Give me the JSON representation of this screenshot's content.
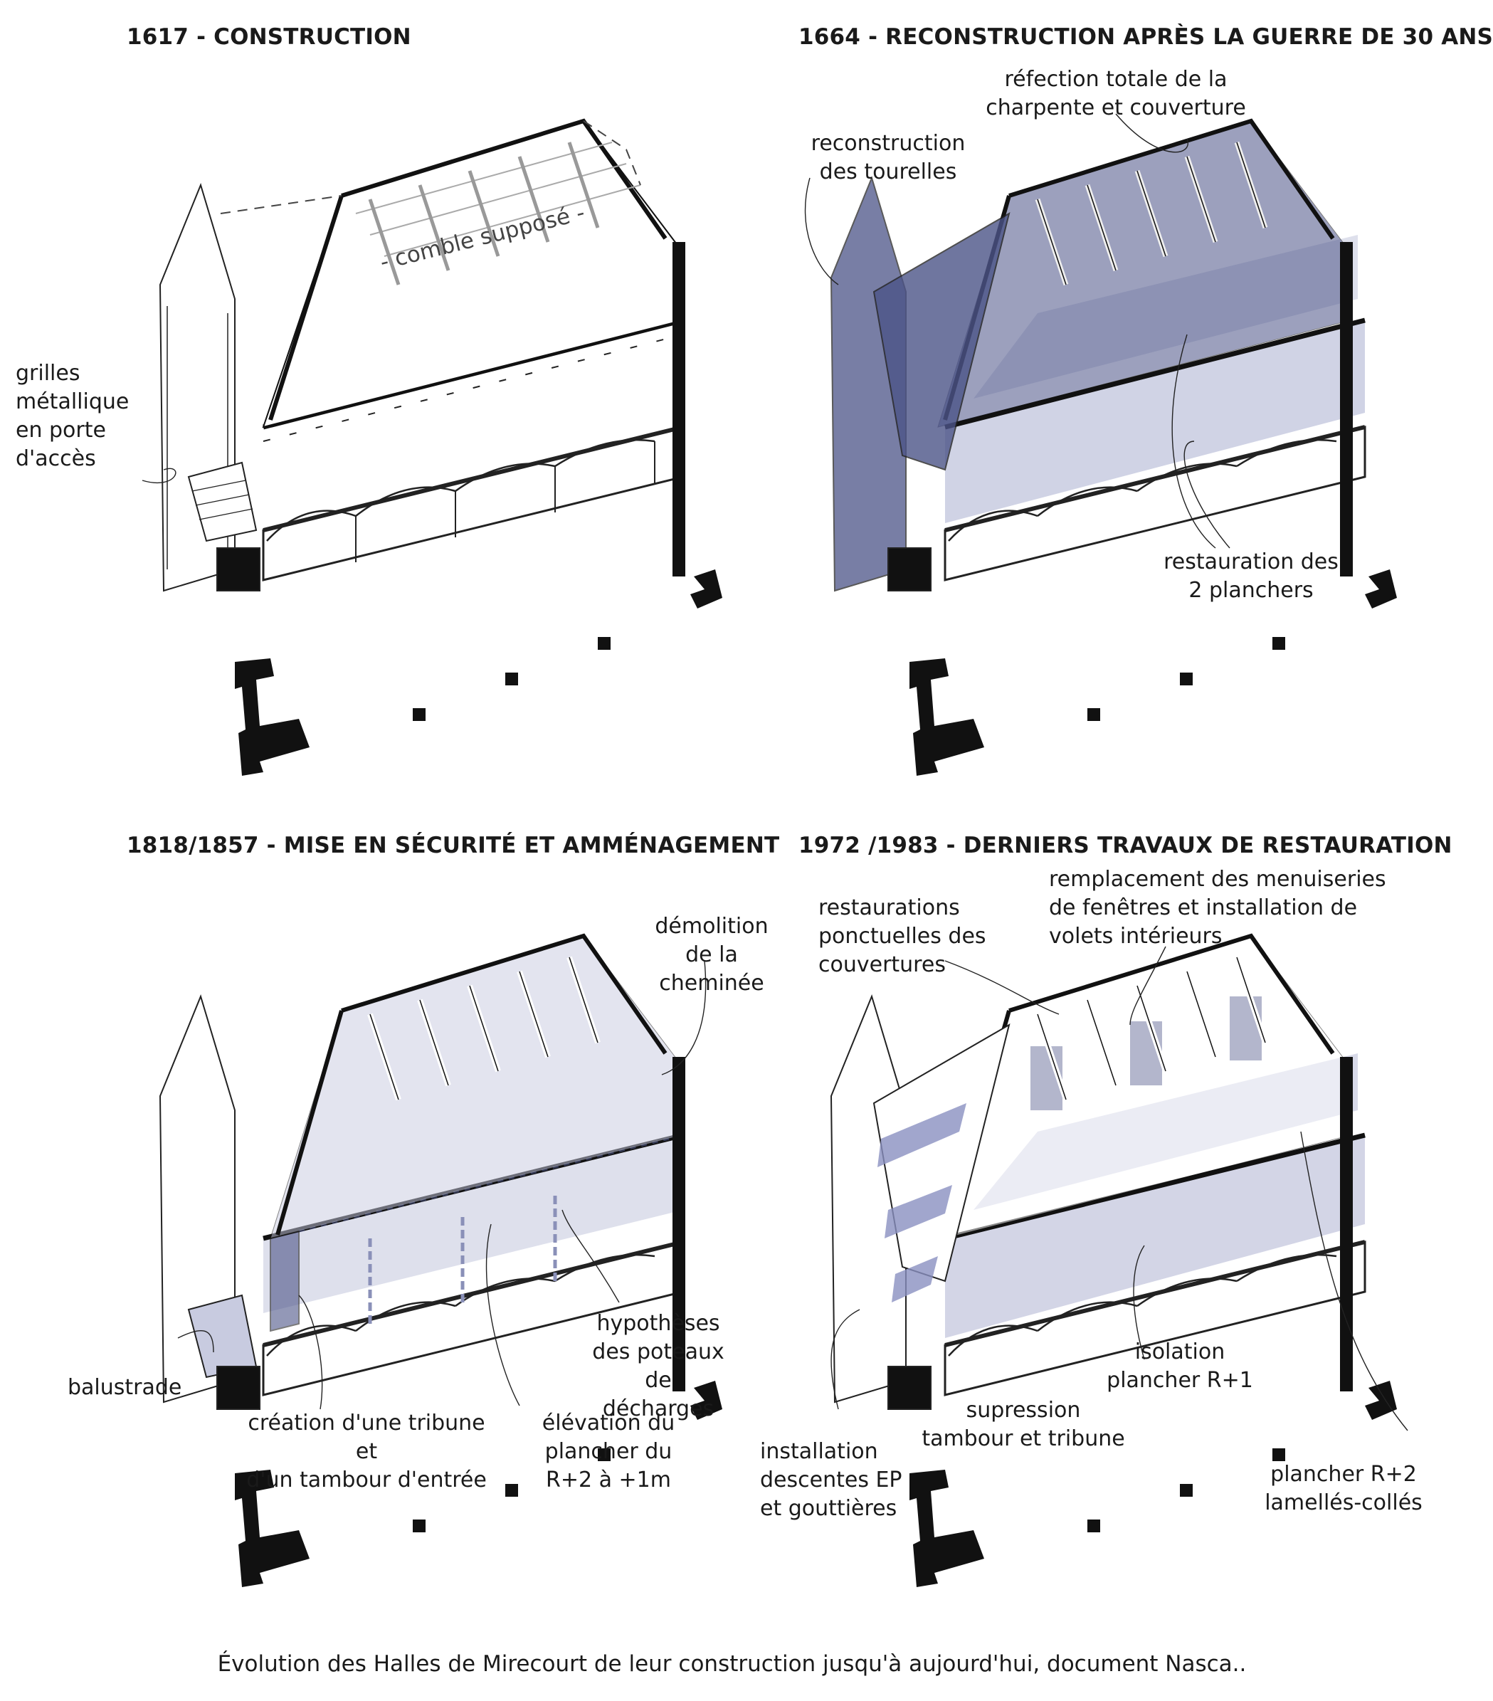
{
  "panels": [
    {
      "title": "1617 - CONSTRUCTION",
      "labels": {
        "comble": "- comble supposé -",
        "grilles": "grilles\nmétallique\nen porte\nd'accès"
      }
    },
    {
      "title": "1664 - RECONSTRUCTION APRÈS LA GUERRE DE 30 ANS",
      "labels": {
        "refection": "réfection totale de la\ncharpente et couverture",
        "tourelles": "reconstruction\ndes tourelles",
        "planchers": "restauration des\n2 planchers"
      }
    },
    {
      "title": "1818/1857 - MISE EN SÉCURITÉ ET AMMÉNAGEMENT",
      "labels": {
        "cheminee": "démolition\nde la\ncheminée",
        "poteaux": "hypothèses\ndes poteaux de\ndécharges",
        "balustrade": "balustrade",
        "tribune": "création d'une tribune et\nd'un tambour d'entrée",
        "elevation": "élévation du\nplancher du\nR+2 à +1m"
      }
    },
    {
      "title": "1972 /1983 - DERNIERS TRAVAUX DE RESTAURATION",
      "labels": {
        "couvertures": "restaurations\nponctuelles des\ncouvertures",
        "menuiseries": "remplacement des menuiseries\nde fenêtres et installation de\nvolets intérieurs",
        "isolation": "isolation\nplancher R+1",
        "supression": "supression\ntambour et tribune",
        "descentes": "installation\ndescentes EP\net gouttières",
        "lamelles": "plancher R+2\nlamellés-collés"
      }
    }
  ],
  "caption": "Évolution des Halles de Mirecourt de leur construction jusqu'à aujourd'hui, document Nasca..",
  "colors": {
    "highlight": "#4c5488",
    "highlight_light": "#c8cbe0",
    "ink": "#111111"
  }
}
